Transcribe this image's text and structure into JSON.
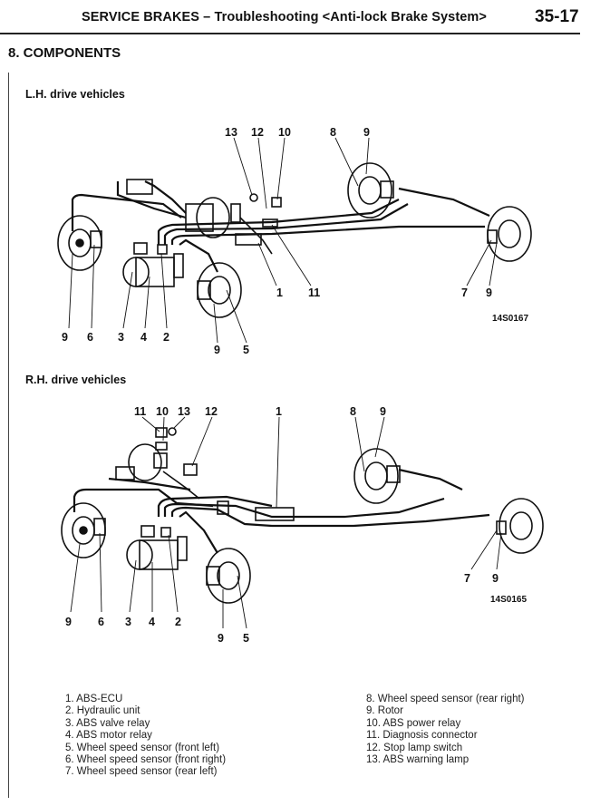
{
  "header": {
    "title": "SERVICE BRAKES – Troubleshooting <Anti-lock Brake System>",
    "page_number": "35-17"
  },
  "section_title": "8. COMPONENTS",
  "lh_figure": {
    "title": "L.H. drive vehicles",
    "callouts": [
      "13",
      "12",
      "10",
      "8",
      "9",
      "9",
      "6",
      "3",
      "4",
      "2",
      "9",
      "5",
      "1",
      "11",
      "7",
      "9"
    ],
    "figure_code": "14S0167"
  },
  "rh_figure": {
    "title": "R.H. drive vehicles",
    "callouts": [
      "11",
      "10",
      "13",
      "12",
      "1",
      "8",
      "9",
      "9",
      "6",
      "3",
      "4",
      "2",
      "9",
      "5",
      "7",
      "9"
    ],
    "figure_code": "14S0165"
  },
  "legend_left": [
    "1. ABS-ECU",
    "2. Hydraulic unit",
    "3. ABS valve relay",
    "4. ABS motor relay",
    "5. Wheel speed sensor (front left)",
    "6. Wheel speed sensor (front right)",
    "7. Wheel speed sensor (rear left)"
  ],
  "legend_right": [
    "8. Wheel speed sensor (rear right)",
    "9. Rotor",
    "10. ABS power relay",
    "11. Diagnosis connector",
    "12. Stop lamp switch",
    "13. ABS warning lamp"
  ]
}
